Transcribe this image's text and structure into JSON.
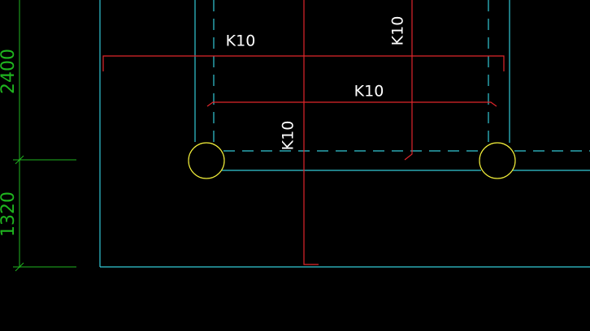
{
  "colors": {
    "background": "#000000",
    "cyan": "#33c9d6",
    "red": "#e0262b",
    "yellow": "#f2ef3a",
    "green": "#1fb51f",
    "white": "#ffffff"
  },
  "dimensions": [
    {
      "id": "dim-2400",
      "value": "2400"
    },
    {
      "id": "dim-1320",
      "value": "1320"
    }
  ],
  "rebar_labels": [
    {
      "id": "label-top-horizontal",
      "text": "K10"
    },
    {
      "id": "label-top-vertical",
      "text": "K10"
    },
    {
      "id": "label-middle-horizontal",
      "text": "K10"
    },
    {
      "id": "label-middle-vertical",
      "text": "K10"
    }
  ]
}
